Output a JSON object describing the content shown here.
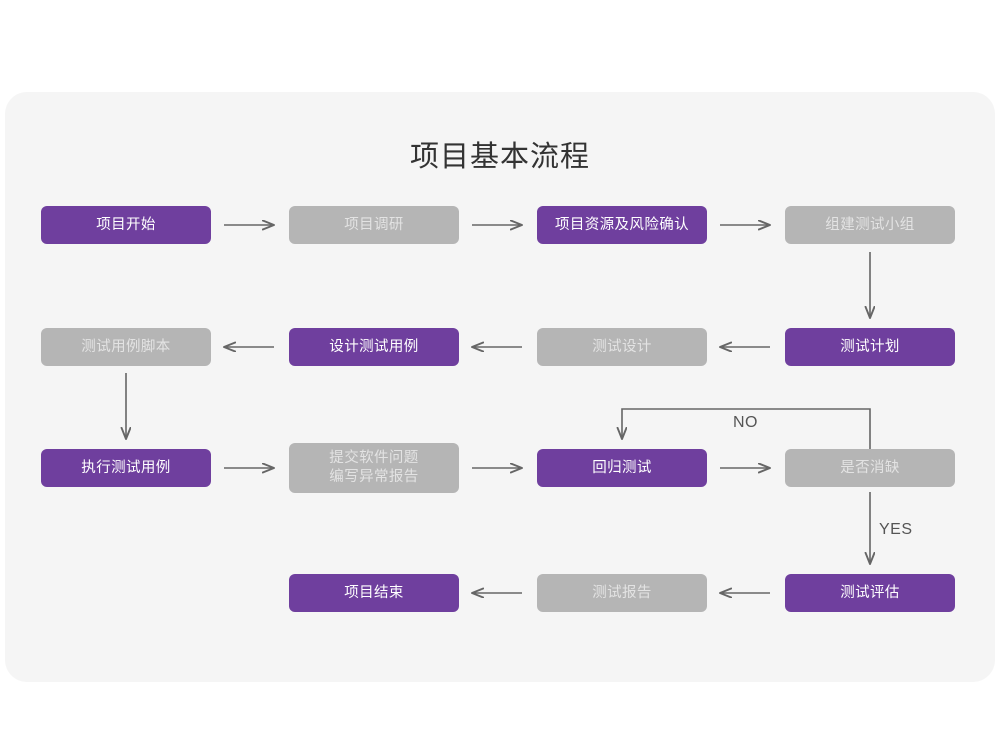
{
  "diagram": {
    "title": "项目基本流程",
    "panel_color": "#f5f5f5",
    "accent_purple": "#6f3f9e",
    "accent_gray": "#b5b5b5",
    "background": "#ffffff",
    "arrow_color": "#666666"
  },
  "nodes": {
    "n1": {
      "label": "项目开始",
      "style": "purple"
    },
    "n2": {
      "label": "项目调研",
      "style": "gray"
    },
    "n3": {
      "label": "项目资源及风险确认",
      "style": "purple"
    },
    "n4": {
      "label": "组建测试小组",
      "style": "gray"
    },
    "n5": {
      "label": "测试用例脚本",
      "style": "gray"
    },
    "n6": {
      "label": "设计测试用例",
      "style": "purple"
    },
    "n7": {
      "label": "测试设计",
      "style": "gray"
    },
    "n8": {
      "label": "测试计划",
      "style": "purple"
    },
    "n9": {
      "label": "执行测试用例",
      "style": "purple"
    },
    "n10": {
      "label": "提交软件问题\n编写异常报告",
      "style": "gray"
    },
    "n11": {
      "label": "回归测试",
      "style": "purple"
    },
    "n12": {
      "label": "是否消缺",
      "style": "gray"
    },
    "n13": {
      "label": "项目结束",
      "style": "purple"
    },
    "n14": {
      "label": "测试报告",
      "style": "gray"
    },
    "n15": {
      "label": "测试评估",
      "style": "purple"
    }
  },
  "branches": {
    "no": "NO",
    "yes": "YES"
  },
  "chart_data": {
    "type": "table",
    "title": "项目基本流程",
    "rows": [
      [
        "项目开始",
        "项目调研",
        "项目资源及风险确认",
        "组建测试小组"
      ],
      [
        "测试用例脚本",
        "设计测试用例",
        "测试设计",
        "测试计划"
      ],
      [
        "执行测试用例",
        "提交软件问题 编写异常报告",
        "回归测试",
        "是否消缺"
      ],
      [
        "",
        "项目结束",
        "测试报告",
        "测试评估"
      ]
    ]
  }
}
